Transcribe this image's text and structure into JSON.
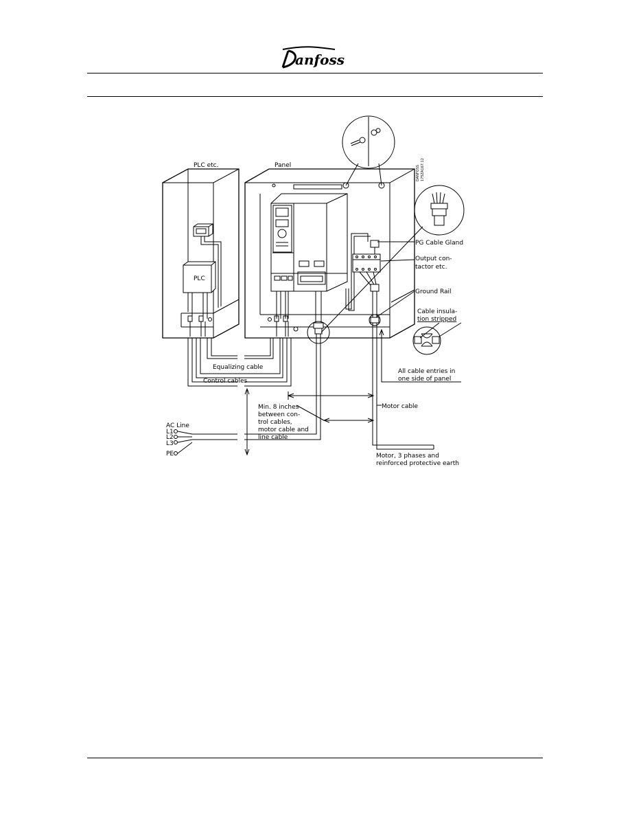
{
  "header": {
    "brand": "Danfoss"
  },
  "diagram": {
    "code_mark": [
      "DANFOSS",
      "175ZA167.12"
    ],
    "labels": {
      "plc_cabinet": "PLC etc.",
      "panel": "Panel",
      "plc": "PLC",
      "pg_gland_1": "PG Cable Gland",
      "output_1": "Output con-",
      "output_2": "tactor etc.",
      "ground": "Ground Rail",
      "insul_1": "Cable insula-",
      "insul_2": "tion stripped",
      "entries_1": "All cable entries in",
      "entries_2": "one side of panel",
      "equalizing": "Equalizing cable",
      "control": "Control cables",
      "min_1": "Min. 8 inches",
      "min_2": "between con-",
      "min_3": "trol cables,",
      "min_4": "motor cable and",
      "min_5": "line cable",
      "motor_cable": "Motor cable",
      "motor_1": "Motor, 3 phases and",
      "motor_2": "reinforced protective earth",
      "ac_line": "AC Line",
      "l1": "L1",
      "l2": "L2",
      "l3": "L3",
      "pe": "PE"
    }
  }
}
